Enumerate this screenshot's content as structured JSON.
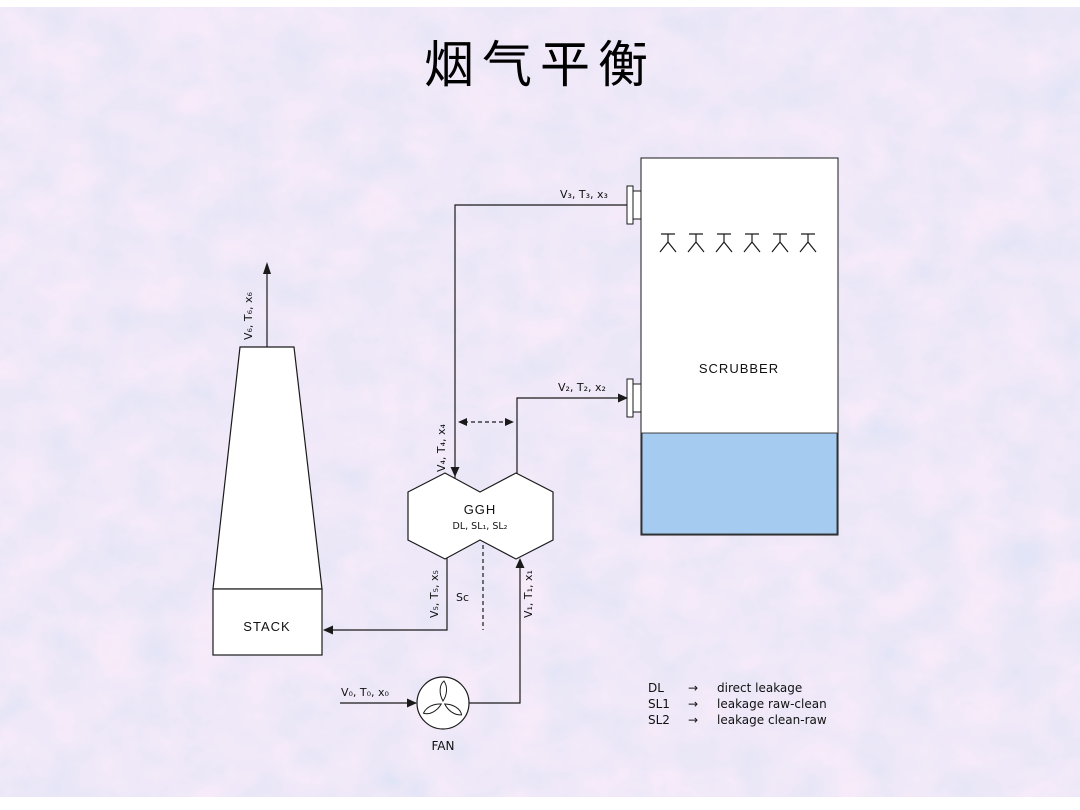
{
  "slide": {
    "title": "烟气平衡"
  },
  "diagram": {
    "stack": {
      "label": "STACK"
    },
    "scrubber": {
      "label": "SCRUBBER"
    },
    "ggh": {
      "label": "GGH",
      "sublabel": "DL, SL₁, SL₂"
    },
    "fan": {
      "label": "FAN"
    },
    "streams": {
      "v0": "V₀, T₀, x₀",
      "v1": "V₁, T₁, x₁",
      "v2": "V₂, T₂, x₂",
      "v3": "V₃, T₃, x₃",
      "v4": "V₄, T₄, x₄",
      "v5": "V₅, T₅, x₅",
      "v6": "V₆, T₆, x₆",
      "sc": "Sc"
    },
    "legend": [
      {
        "abbr": "DL",
        "arrow": "→",
        "meaning": "direct leakage"
      },
      {
        "abbr": "SL1",
        "arrow": "→",
        "meaning": "leakage raw-clean"
      },
      {
        "abbr": "SL2",
        "arrow": "→",
        "meaning": "leakage clean-raw"
      }
    ],
    "colors": {
      "liquid": "#a6cbf0",
      "line": "#1a1a1a"
    }
  }
}
